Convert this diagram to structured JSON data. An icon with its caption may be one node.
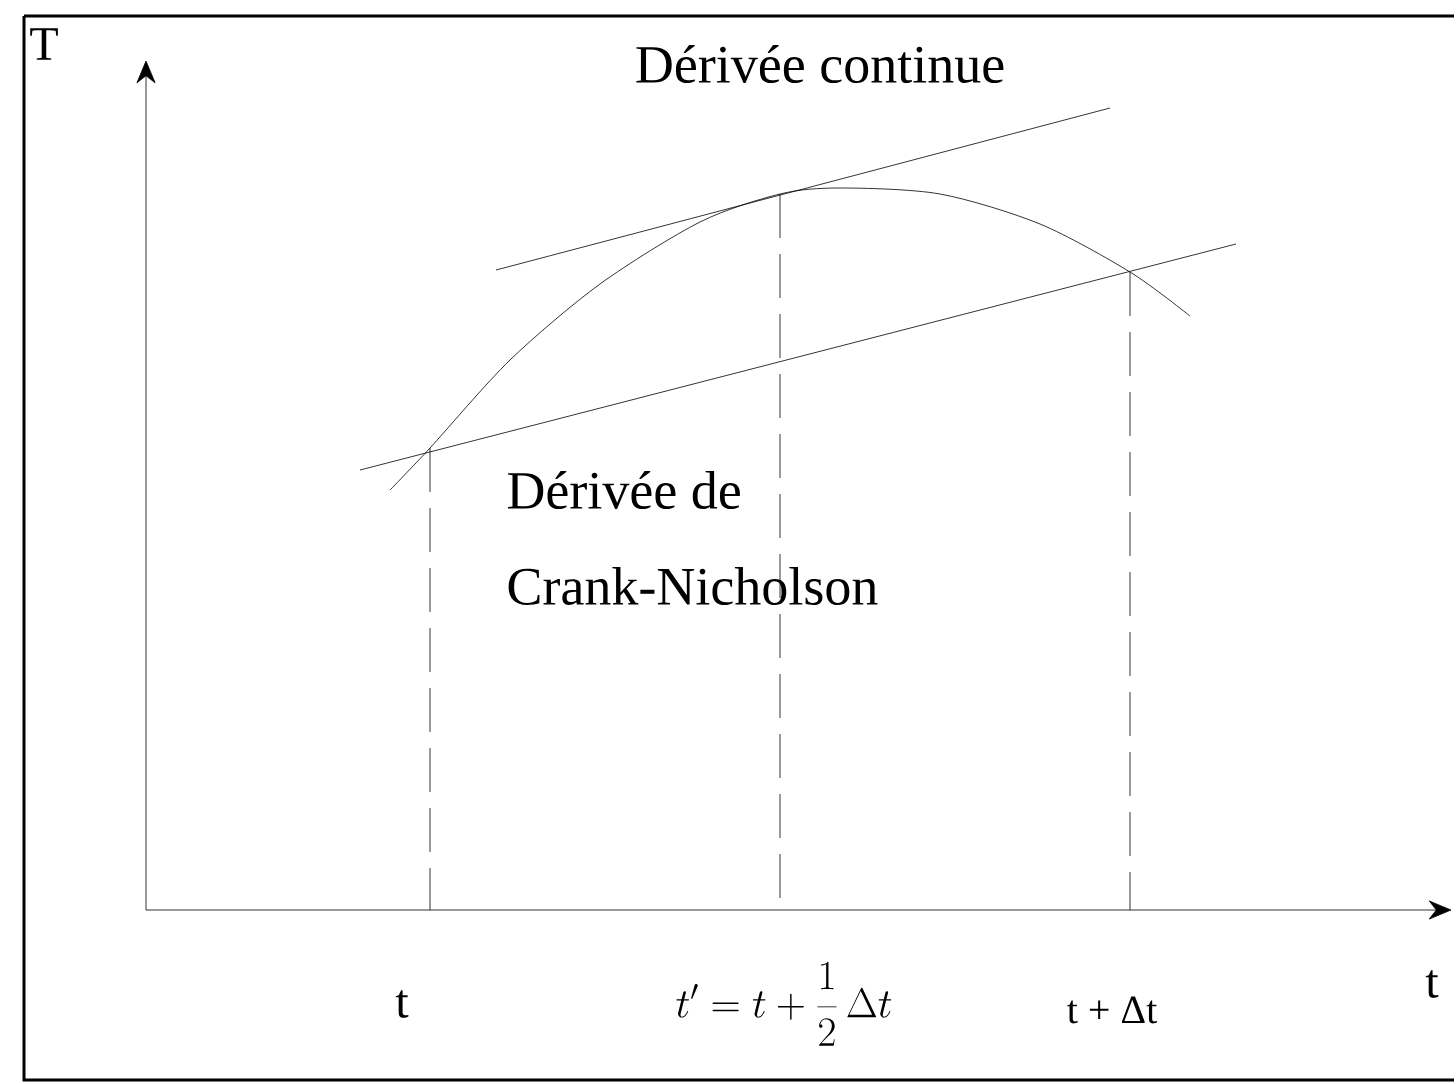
{
  "diagram": {
    "labels": [
      "T",
      "Dérivée continue",
      "Dérivée de",
      "Crank-Nicholson",
      "t",
      "t' = t + \\frac{1}{2}\\,\\Delta t",
      "t + Δt",
      "t"
    ]
  }
}
